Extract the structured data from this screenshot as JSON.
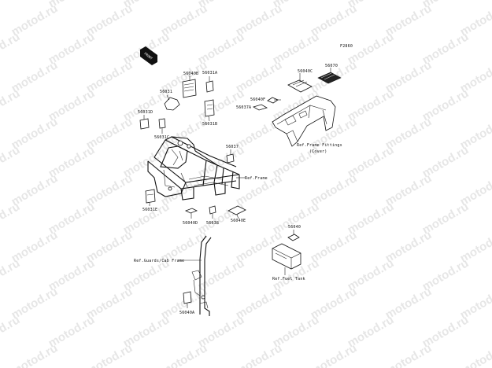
{
  "diagram": {
    "code": "F2860",
    "front_arrow_text": "FRONT",
    "watermark_text": "motod.ru",
    "part_numbers": {
      "p56031": "56031",
      "p56031A": "56031A",
      "p56040B": "56040B",
      "p56031D": "56031D",
      "p56031C": "56031C",
      "p56031B": "56031B",
      "p56040F": "56040F",
      "p56037A": "56037A",
      "p56040C": "56040C",
      "p56070": "56070",
      "p56037": "56037",
      "p56031E": "56031E",
      "p56040D": "56040D",
      "p56038": "56038",
      "p56040E": "56040E",
      "p56040": "56040",
      "p56040A": "56040A"
    },
    "references": {
      "frame_fittings_line1": "Ref.Frame Fittings",
      "frame_fittings_line2": "(Cover)",
      "frame": "Ref.Frame",
      "guards": "Ref.Guards/Cab Frame",
      "fuel_tank": "Ref.Fuel Tank"
    }
  }
}
